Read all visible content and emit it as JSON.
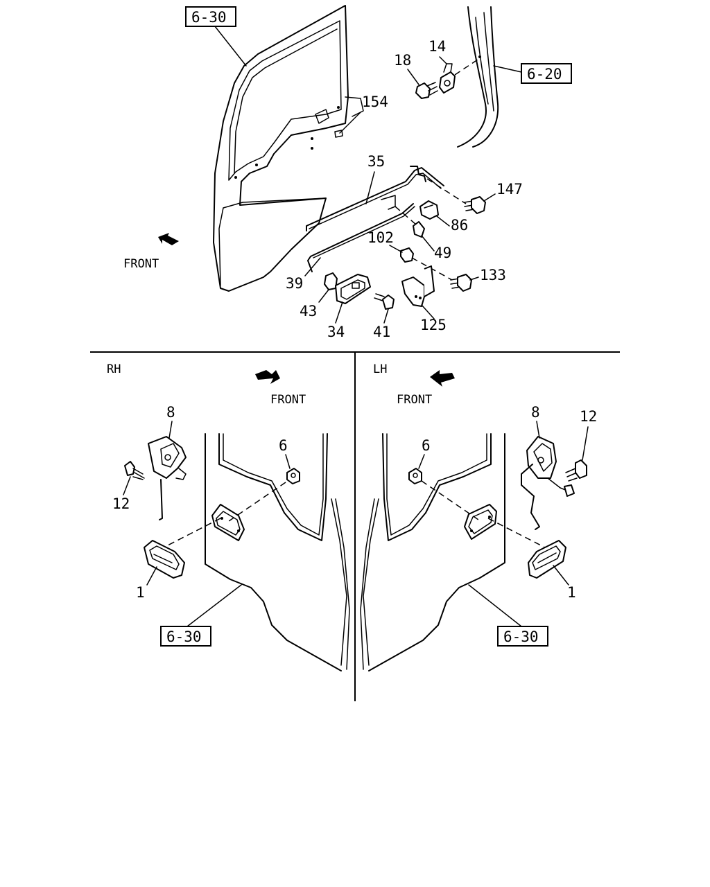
{
  "top_panel": {
    "ref_door": "6-30",
    "ref_pillar": "6-20",
    "front_label": "FRONT",
    "callouts": {
      "p18": "18",
      "p14": "14",
      "p154": "154",
      "p35": "35",
      "p147": "147",
      "p86": "86",
      "p102": "102",
      "p49": "49",
      "p133": "133",
      "p39": "39",
      "p43": "43",
      "p34": "34",
      "p41": "41",
      "p125": "125"
    }
  },
  "rh_panel": {
    "side_label": "RH",
    "front_label": "FRONT",
    "ref_door": "6-30",
    "callouts": {
      "p8": "8",
      "p6": "6",
      "p12": "12",
      "p1": "1"
    }
  },
  "lh_panel": {
    "side_label": "LH",
    "front_label": "FRONT",
    "ref_door": "6-30",
    "callouts": {
      "p8": "8",
      "p12": "12",
      "p6": "6",
      "p1": "1"
    }
  }
}
